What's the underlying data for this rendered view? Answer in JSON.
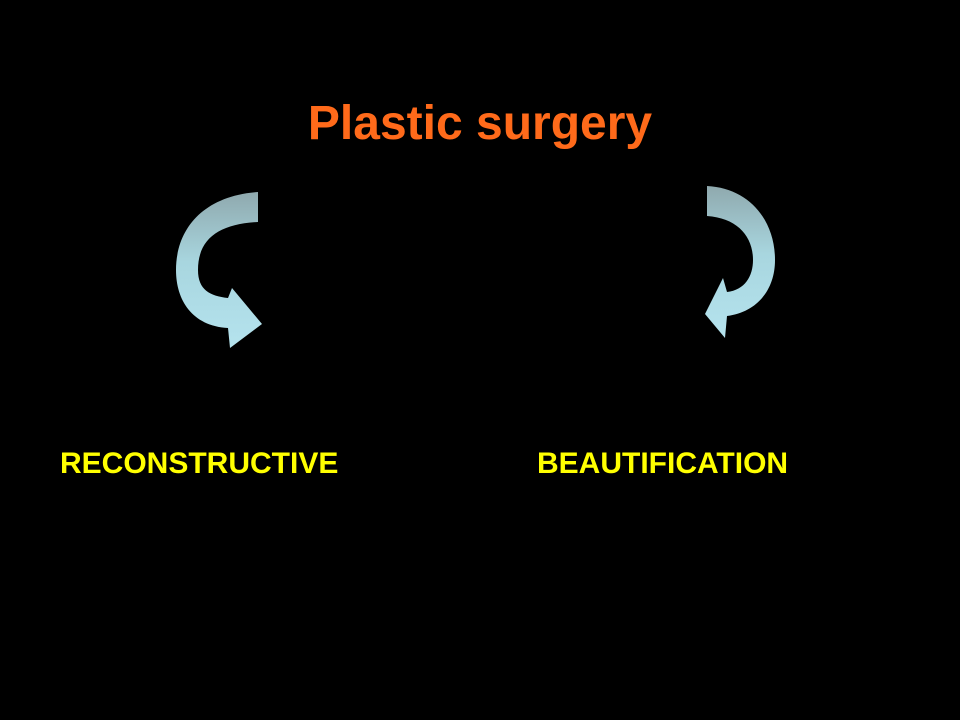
{
  "slide": {
    "title": "Plastic surgery",
    "branches": [
      {
        "label": "RECONSTRUCTIVE",
        "arrow_icon": "curved-arrow-down-right-icon"
      },
      {
        "label": "BEAUTIFICATION",
        "arrow_icon": "curved-arrow-down-left-icon"
      }
    ]
  },
  "colors": {
    "background": "#000000",
    "title": "#FF6A1A",
    "labels": "#FFFF00",
    "arrow_light": "#B5E3EE",
    "arrow_dark": "#8FA9AE"
  }
}
